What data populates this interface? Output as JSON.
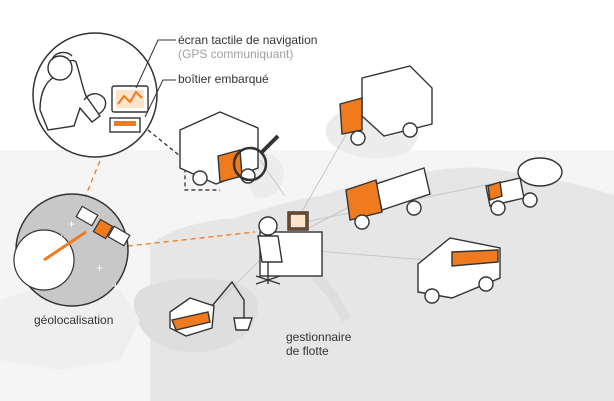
{
  "labels": {
    "touchscreen_line1": "écran tactile de navigation",
    "touchscreen_line2": "(GPS communiquant)",
    "onboard_unit": "boîtier embarqué",
    "geolocation": "géolocalisation",
    "fleet_manager_line1": "gestionnaire",
    "fleet_manager_line2": "de flotte"
  },
  "icons": [
    "driver-icon",
    "navigation-touchscreen-icon",
    "onboard-unit-icon",
    "satellite-icon",
    "gps-dish-icon",
    "fleet-manager-icon",
    "box-truck-icon",
    "magnifier-icon",
    "dump-truck-icon",
    "concrete-mixer-truck-icon",
    "delivery-van-icon",
    "excavator-icon"
  ],
  "colors": {
    "accent": "#f07a1e",
    "map_land": "#e6e6e6",
    "map_sea": "#f4f4f4",
    "outline": "#333333",
    "secondary_text": "#a0a0a0",
    "link_line": "#c8c8c8"
  }
}
